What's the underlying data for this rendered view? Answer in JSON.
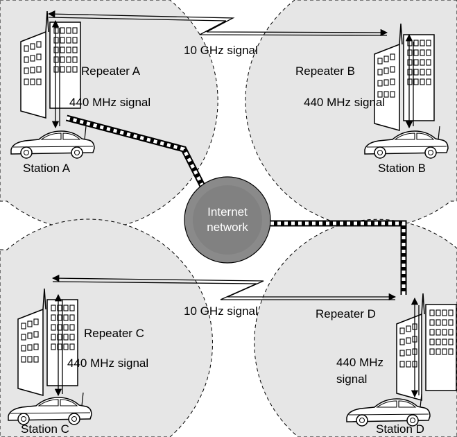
{
  "labels": {
    "signal_top": "10 GHz signal",
    "signal_bottom": "10 GHz signal",
    "repeater_a": "Repeater A",
    "repeater_b": "Repeater B",
    "repeater_c": "Repeater C",
    "repeater_d": "Repeater D",
    "uhf_a": "440 MHz signal",
    "uhf_b": "440 MHz signal",
    "uhf_c": "440 MHz signal",
    "uhf_d_line1": "440 MHz",
    "uhf_d_line2": "signal",
    "station_a": "Station A",
    "station_b": "Station B",
    "station_c": "Station C",
    "station_d": "Station D",
    "network_line1": "Internet",
    "network_line2": "network"
  }
}
